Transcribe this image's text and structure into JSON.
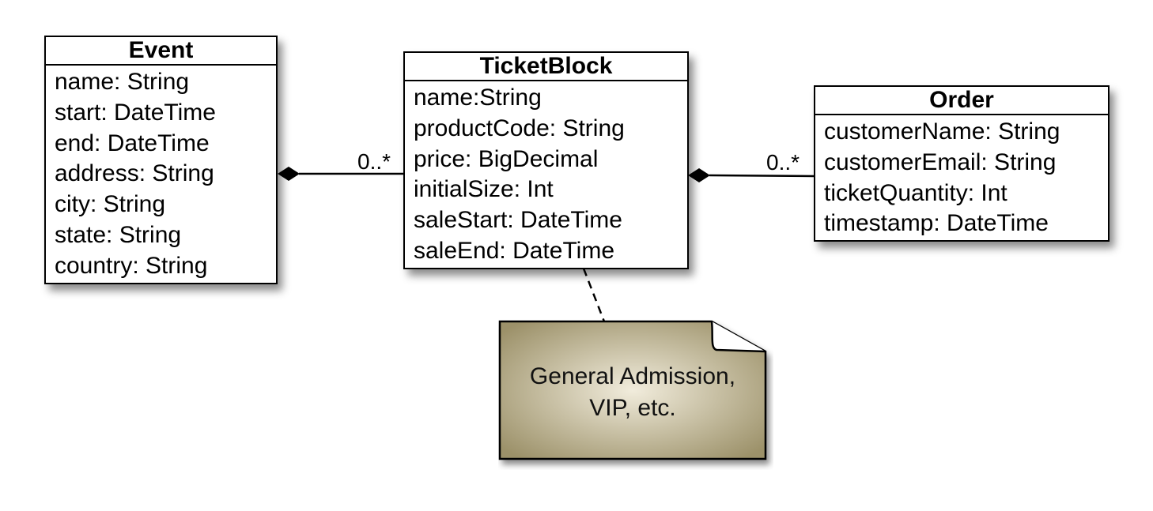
{
  "classes": {
    "event": {
      "name": "Event",
      "attributes": [
        "name: String",
        "start: DateTime",
        "end: DateTime",
        "address: String",
        "city: String",
        "state: String",
        "country: String"
      ]
    },
    "ticket_block": {
      "name": "TicketBlock",
      "attributes": [
        "name:String",
        "productCode: String",
        "price: BigDecimal",
        "initialSize: Int",
        "saleStart: DateTime",
        "saleEnd: DateTime"
      ]
    },
    "order": {
      "name": "Order",
      "attributes": [
        "customerName: String",
        "customerEmail: String",
        "ticketQuantity: Int",
        "timestamp: DateTime"
      ]
    }
  },
  "associations": [
    {
      "from": "Event",
      "to": "TicketBlock",
      "type": "composition",
      "multiplicity": "0..*"
    },
    {
      "from": "TicketBlock",
      "to": "Order",
      "type": "composition",
      "multiplicity": "0..*"
    }
  ],
  "note": {
    "attached_to": "TicketBlock",
    "line1": "General Admission,",
    "line2": "VIP, etc."
  },
  "colors": {
    "line": "#000000",
    "note_fill_light": "#f1ecdc",
    "note_fill_dark": "#9c9169"
  }
}
